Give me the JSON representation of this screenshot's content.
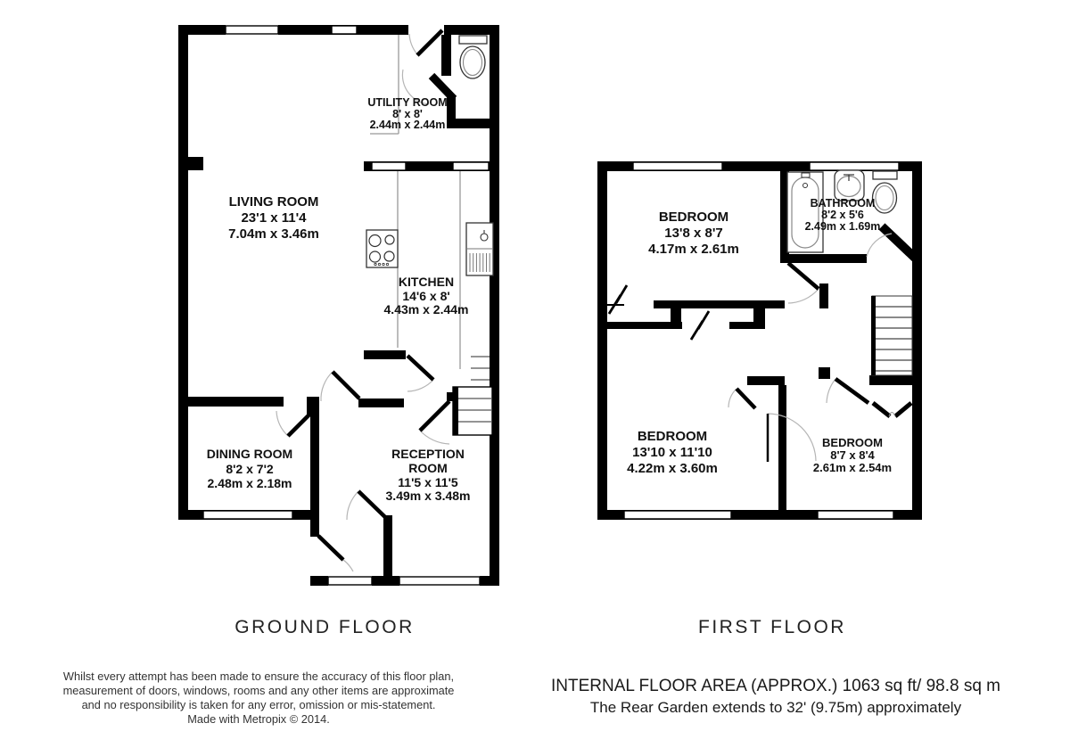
{
  "document": {
    "type": "floorplan",
    "ground_floor": {
      "title": "GROUND FLOOR",
      "rooms": {
        "living": {
          "name": "LIVING ROOM",
          "imperial": "23'1 x 11'4",
          "metric": "7.04m x 3.46m"
        },
        "utility": {
          "name": "UTILITY ROOM",
          "imperial": "8' x 8'",
          "metric": "2.44m x 2.44m"
        },
        "kitchen": {
          "name": "KITCHEN",
          "imperial": "14'6 x 8'",
          "metric": "4.43m x 2.44m"
        },
        "dining": {
          "name": "DINING ROOM",
          "imperial": "8'2 x 7'2",
          "metric": "2.48m x 2.18m"
        },
        "reception": {
          "name_line1": "RECEPTION",
          "name_line2": "ROOM",
          "imperial": "11'5 x 11'5",
          "metric": "3.49m x 3.48m"
        }
      }
    },
    "first_floor": {
      "title": "FIRST FLOOR",
      "rooms": {
        "bedroom1": {
          "name": "BEDROOM",
          "imperial": "13'8 x 8'7",
          "metric": "4.17m x 2.61m"
        },
        "bathroom": {
          "name": "BATHROOM",
          "imperial": "8'2 x 5'6",
          "metric": "2.49m x 1.69m"
        },
        "bedroom2": {
          "name": "BEDROOM",
          "imperial": "13'10 x 11'10",
          "metric": "4.22m x 3.60m"
        },
        "bedroom3": {
          "name": "BEDROOM",
          "imperial": "8'7 x 8'4",
          "metric": "2.61m x 2.54m"
        }
      }
    },
    "disclaimer": {
      "line1": "Whilst every attempt has been made to ensure the accuracy of this floor plan,",
      "line2": "measurement of doors, windows, rooms and any other items are approximate",
      "line3": "and no responsibility is taken for any error, omission or mis-statement.",
      "line4": "Made with Metropix © 2014."
    },
    "area_summary": {
      "line1": "INTERNAL FLOOR AREA (APPROX.) 1063 sq ft/ 98.8 sq m",
      "line2": "The Rear Garden extends to 32' (9.75m) approximately"
    },
    "colors": {
      "wall": "#000000",
      "background": "#ffffff",
      "door_arc": "#b5b5b5",
      "text": "#111111"
    }
  }
}
